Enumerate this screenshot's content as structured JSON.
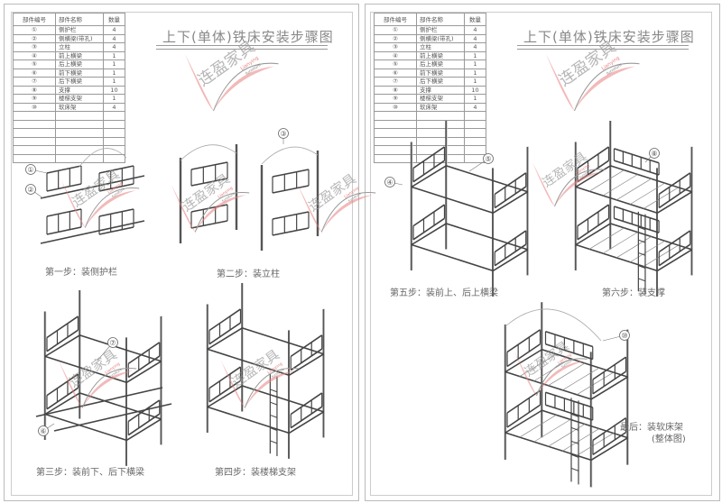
{
  "parts_table": {
    "headers": [
      "部件编号",
      "部件名称",
      "数量"
    ],
    "rows": [
      {
        "no": "①",
        "name": "侧护栏",
        "qty": "4"
      },
      {
        "no": "②",
        "name": "侧横梁(带孔)",
        "qty": "4"
      },
      {
        "no": "③",
        "name": "立柱",
        "qty": "4"
      },
      {
        "no": "④",
        "name": "前上横梁",
        "qty": "1"
      },
      {
        "no": "⑤",
        "name": "后上横梁",
        "qty": "1"
      },
      {
        "no": "⑥",
        "name": "前下横梁",
        "qty": "1"
      },
      {
        "no": "⑦",
        "name": "后下横梁",
        "qty": "1"
      },
      {
        "no": "⑧",
        "name": "支撑",
        "qty": "10"
      },
      {
        "no": "⑨",
        "name": "楼梯支架",
        "qty": "1"
      },
      {
        "no": "⑩",
        "name": "软床架",
        "qty": "4"
      }
    ]
  },
  "title": "上下(单体)铁床安装步骤图",
  "watermark": {
    "brand": "连盈家具",
    "latin": "Lianying",
    "sub": "furniture",
    "accent": "#e88080"
  },
  "steps": {
    "s1": "第一步：装侧护栏",
    "s2": "第二步：装立柱",
    "s3": "第三步：装前下、后下横梁",
    "s4": "第四步：装楼梯支架",
    "s5": "第五步：装前上、后上横梁",
    "s6": "第六步：装支撑",
    "final_1": "最后：装软床架",
    "final_2": "(整体图)"
  },
  "callouts": {
    "c1": "①",
    "c2": "②",
    "c3": "③",
    "c5": "⑤",
    "c6": "⑥",
    "c7": "⑦",
    "c8": "⑧",
    "c4": "④",
    "c10": "⑩"
  }
}
